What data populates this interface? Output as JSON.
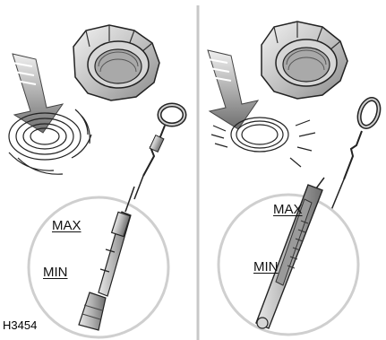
{
  "figure_code": "H3454",
  "panels": [
    {
      "max_label": "MAX",
      "min_label": "MIN"
    },
    {
      "max_label": "MAX",
      "min_label": "MIN"
    }
  ]
}
